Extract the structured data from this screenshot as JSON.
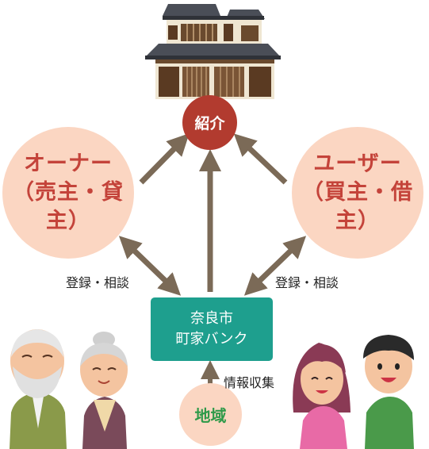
{
  "nodes": {
    "center": "紹介",
    "owner": {
      "line1": "オーナー",
      "line2": "（売主・貸主）"
    },
    "user": {
      "line1": "ユーザー",
      "line2": "（買主・借主）"
    },
    "bank": {
      "line1": "奈良市",
      "line2": "町家バンク"
    },
    "region": "地域"
  },
  "labels": {
    "left_relation": "登録・相談",
    "right_relation": "登録・相談",
    "info_collect": "情報収集"
  },
  "colors": {
    "peach": "#fbd6c2",
    "center_red": "#b23b2f",
    "bank_teal": "#1e9f8e",
    "arrow_brown": "#7b6a57",
    "owner_text": "#c4433a",
    "region_text": "#2f9a4a"
  }
}
